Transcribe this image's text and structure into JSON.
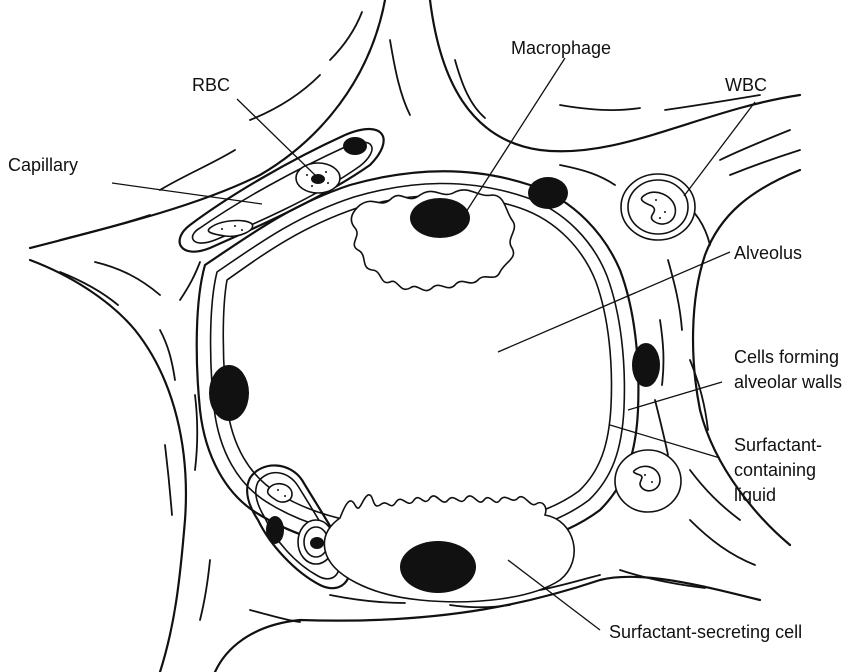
{
  "labels": {
    "capillary": "Capillary",
    "rbc": "RBC",
    "macrophage": "Macrophage",
    "wbc": "WBC",
    "alveolus": "Alveolus",
    "cells_forming_line1": "Cells forming",
    "cells_forming_line2": "alveolar walls",
    "surfactant_line1": "Surfactant-",
    "surfactant_line2": "containing",
    "surfactant_line3": "liquid",
    "surfactant_secreting": "Surfactant-secreting cell"
  }
}
